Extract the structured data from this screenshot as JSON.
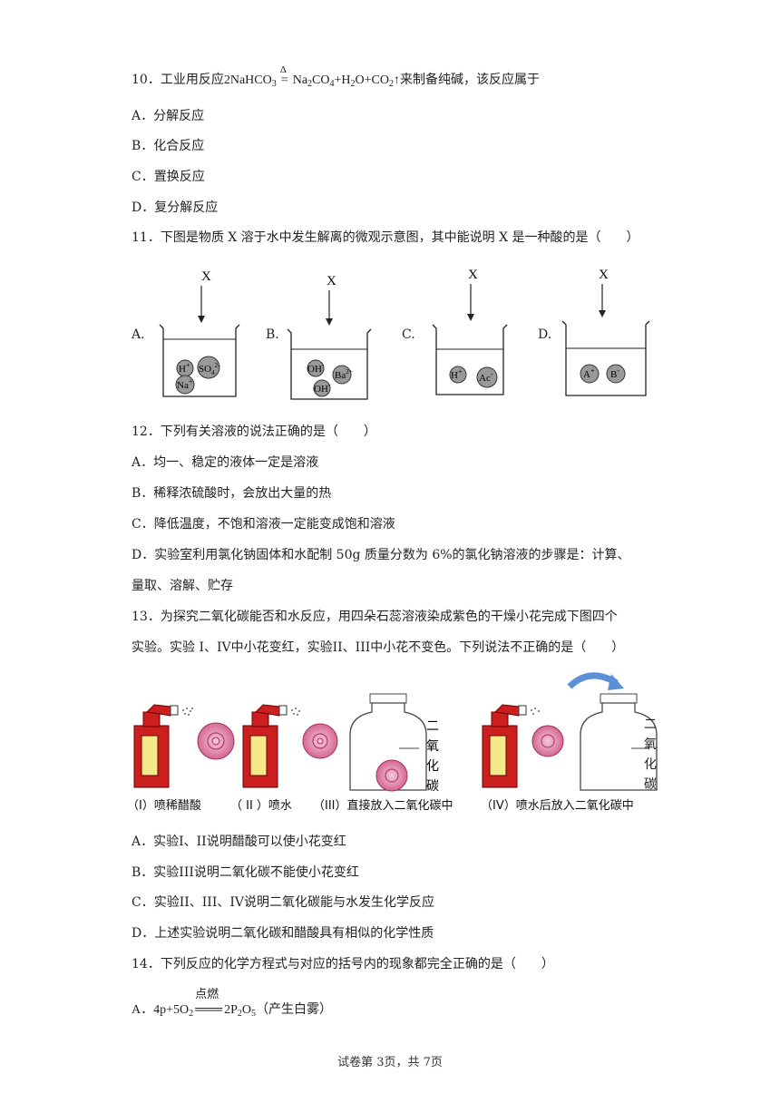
{
  "q10": {
    "prefix": "10．工业用反应",
    "eq_parts": [
      "2NaHCO",
      "3",
      "Na",
      "2",
      "CO",
      "4",
      "+H",
      "2",
      "O+CO",
      "2"
    ],
    "cond": "Δ",
    "suffix": "来制备纯碱，该反应属于",
    "options": [
      "A．分解反应",
      "B．化合反应",
      "C．置换反应",
      "D．复分解反应"
    ]
  },
  "q11": {
    "stem": "11．下图是物质 X 溶于水中发生解离的微观示意图，其中能说明 X 是一种酸的是（　　）",
    "arrow_label": "X",
    "beakers": [
      {
        "letter": "A.",
        "ions": [
          "H",
          "+",
          "SO",
          "4",
          "2-",
          "Na",
          "+"
        ]
      },
      {
        "letter": "B.",
        "ions": [
          "OH",
          "-",
          "Ba",
          "2+",
          "OH",
          "-"
        ]
      },
      {
        "letter": "C.",
        "ions": [
          "H",
          "+",
          "Ac",
          "-"
        ]
      },
      {
        "letter": "D.",
        "ions": [
          "A",
          "+",
          "B",
          "-"
        ]
      }
    ]
  },
  "q12": {
    "stem": "12．下列有关溶液的说法正确的是（　　）",
    "options": [
      "A．均一、稳定的液体一定是溶液",
      "B．稀释浓硫酸时，会放出大量的热",
      "C．降低温度，不饱和溶液一定能变成饱和溶液",
      "D．实验室利用氯化钠固体和水配制 50g 质量分数为 6%的氯化钠溶液的步骤是：计算、",
      "量取、溶解、贮存"
    ]
  },
  "q13": {
    "stem1": "13．为探究二氧化碳能否和水反应，用四朵石蕊溶液染成紫色的干燥小花完成下图四个",
    "stem2": "实验。实验 I、IV中小花变红，实验II、III中小花不变色。下列说法不正确的是（　　）",
    "jar_label": [
      "二",
      "氧",
      "化",
      "碳"
    ],
    "captions": [
      "（I）喷稀醋酸",
      "（ II ）喷水",
      "（III）直接放入二氧化碳中",
      "（IV）喷水后放入二氧化碳中"
    ],
    "options": [
      "A．实验I、II说明醋酸可以使小花变红",
      "B．实验III说明二氧化碳不能使小花变红",
      "C．实验II、III、IV说明二氧化碳能与水发生化学反应",
      "D．上述实验说明二氧化碳和醋酸具有相似的化学性质"
    ]
  },
  "q14": {
    "stem": "14．下列反应的化学方程式与对应的括号内的现象都完全正确的是（　　）",
    "optA_prefix": "A．4p+5O",
    "optA_sub1": "2",
    "optA_cond": "点燃",
    "optA_prod": "2P",
    "optA_sub2": "2",
    "optA_O": "O",
    "optA_sub3": "5",
    "optA_note": "（产生白雾）"
  },
  "footer": "试卷第 3页，共 7页"
}
